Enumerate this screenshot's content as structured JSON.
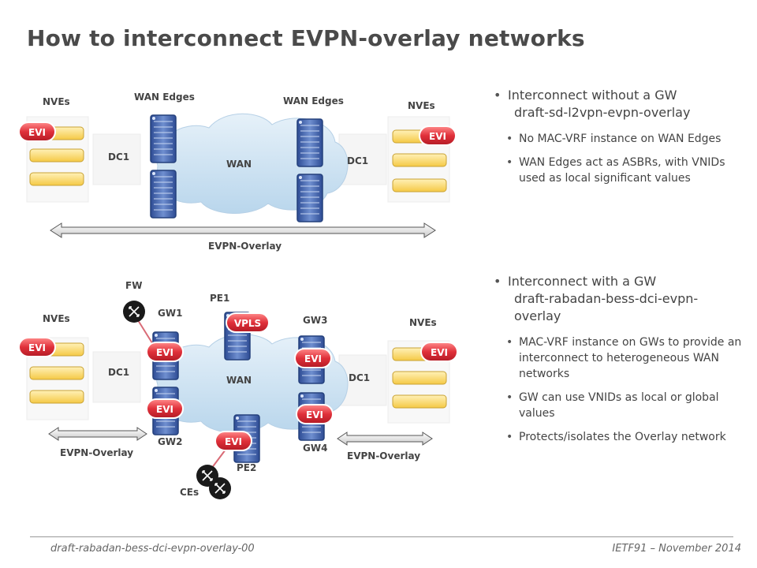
{
  "title": "How to interconnect EVPN-overlay networks",
  "top": {
    "nves_left": "NVEs",
    "nves_right": "NVEs",
    "wan_edges_left": "WAN Edges",
    "wan_edges_right": "WAN Edges",
    "dc_left": "DC1",
    "dc_right": "DC1",
    "wan": "WAN",
    "evi": "EVI",
    "overlay": "EVPN-Overlay"
  },
  "bottom": {
    "fw": "FW",
    "gw1": "GW1",
    "gw2": "GW2",
    "gw3": "GW3",
    "gw4": "GW4",
    "pe1": "PE1",
    "pe2": "PE2",
    "ces": "CEs",
    "nves_left": "NVEs",
    "nves_right": "NVEs",
    "dc_left": "DC1",
    "dc_right": "DC1",
    "wan": "WAN",
    "evi": "EVI",
    "vpls": "VPLS",
    "overlay_left": "EVPN-Overlay",
    "overlay_right": "EVPN-Overlay"
  },
  "bullets_top": {
    "main_line1": "Interconnect without a GW",
    "main_line2": "draft-sd-l2vpn-evpn-overlay",
    "sub1": "No MAC-VRF instance on WAN Edges",
    "sub2": "WAN Edges act as ASBRs, with VNIDs used as local significant values"
  },
  "bullets_bottom": {
    "main_line1": "Interconnect with a GW",
    "main_line2": "draft-rabadan-bess-dci-evpn-overlay",
    "sub1": "MAC-VRF instance on GWs to provide an interconnect to heterogeneous WAN networks",
    "sub2": "GW can use VNIDs as local or global values",
    "sub3": "Protects/isolates the Overlay network"
  },
  "footer": {
    "left": "draft-rabadan-bess-dci-evpn-overlay-00",
    "right": "IETF91 – November 2014"
  },
  "colors": {
    "evi_red": "#e0303a",
    "wan_cloud": "#cde3f2",
    "router_blue": "#3a5ca8",
    "nve_yellow": "#ffd966"
  }
}
